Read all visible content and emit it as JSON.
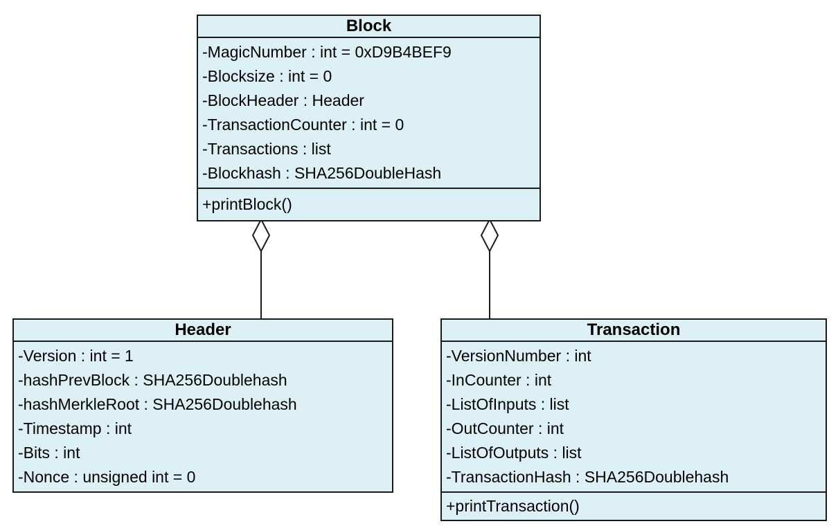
{
  "diagram": {
    "type": "uml-class-diagram",
    "background": "#ffffff",
    "box_fill": "#dcf0f5",
    "border_color": "#1b1b1b"
  },
  "classes": {
    "block": {
      "title": "Block",
      "attributes": [
        "-MagicNumber : int = 0xD9B4BEF9",
        "-Blocksize : int = 0",
        "-BlockHeader : Header",
        "-TransactionCounter : int = 0",
        "-Transactions : list",
        "-Blockhash : SHA256DoubleHash"
      ],
      "operations": [
        "+printBlock()"
      ]
    },
    "header": {
      "title": "Header",
      "attributes": [
        "-Version : int = 1",
        "-hashPrevBlock : SHA256Doublehash",
        "-hashMerkleRoot : SHA256Doublehash",
        "-Timestamp : int",
        "-Bits : int",
        "-Nonce : unsigned int = 0"
      ],
      "operations": []
    },
    "transaction": {
      "title": "Transaction",
      "attributes": [
        "-VersionNumber : int",
        "-InCounter : int",
        "-ListOfInputs : list",
        "-OutCounter : int",
        "-ListOfOutputs : list",
        "-TransactionHash : SHA256Doublehash"
      ],
      "operations": [
        "+printTransaction()"
      ]
    }
  },
  "connectors": [
    {
      "type": "aggregation",
      "from": "Block",
      "to": "Header"
    },
    {
      "type": "aggregation",
      "from": "Block",
      "to": "Transaction"
    }
  ]
}
